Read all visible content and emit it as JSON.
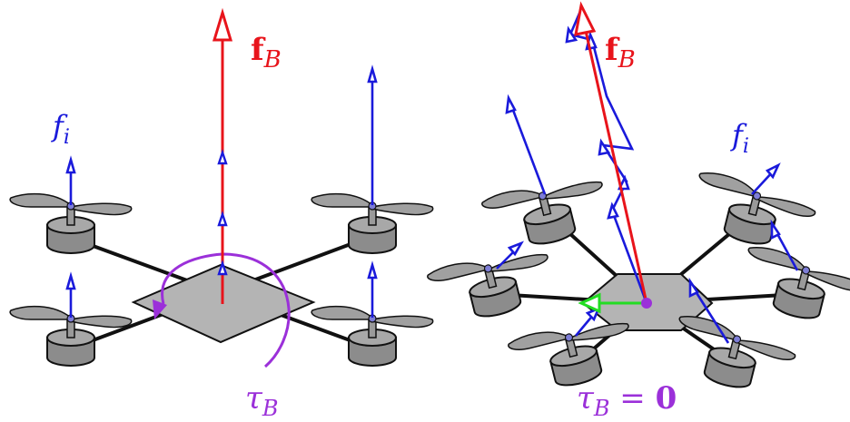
{
  "left_panel": {
    "thrust_label_bold": "f",
    "thrust_label_sub": "B",
    "rotor_label": "f",
    "rotor_label_sub": "i",
    "torque_label": "τ",
    "torque_label_sub": "B"
  },
  "right_panel": {
    "thrust_label_bold": "f",
    "thrust_label_sub": "B",
    "rotor_label": "f",
    "rotor_label_sub": "i",
    "torque_label": "τ",
    "torque_label_sub": "B",
    "torque_equals": " = ",
    "torque_value": "0"
  },
  "colors": {
    "total_force": "#e8141b",
    "rotor_force": "#1a1adb",
    "torque": "#9b30d9",
    "torque_arrow_green": "#22dd22",
    "body_fill": "#b4b4b4",
    "arm": "#111111"
  }
}
